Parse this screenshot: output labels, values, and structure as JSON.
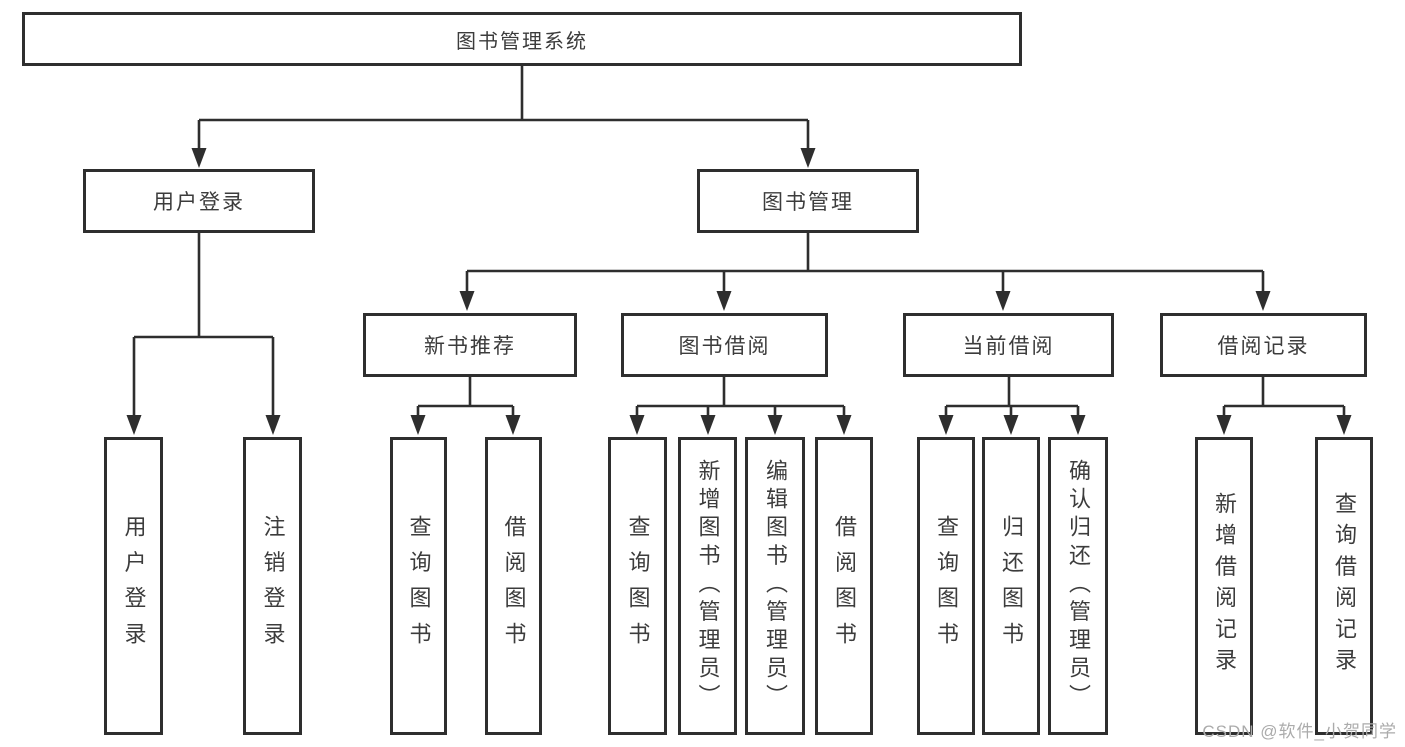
{
  "diagram": {
    "root": {
      "label": "图书管理系统"
    },
    "user_login": {
      "label": "用户登录",
      "leaves": [
        {
          "label": "用户登录"
        },
        {
          "label": "注销登录"
        }
      ]
    },
    "book_mgmt": {
      "label": "图书管理",
      "sections": [
        {
          "label": "新书推荐",
          "leaves": [
            {
              "label": "查询图书"
            },
            {
              "label": "借阅图书"
            }
          ]
        },
        {
          "label": "图书借阅",
          "leaves": [
            {
              "label": "查询图书"
            },
            {
              "label": "新增图书（管理员）"
            },
            {
              "label": "编辑图书（管理员）"
            },
            {
              "label": "借阅图书"
            }
          ]
        },
        {
          "label": "当前借阅",
          "leaves": [
            {
              "label": "查询图书"
            },
            {
              "label": "归还图书"
            },
            {
              "label": "确认归还（管理员）"
            }
          ]
        },
        {
          "label": "借阅记录",
          "leaves": [
            {
              "label": "新增借阅记录"
            },
            {
              "label": "查询借阅记录"
            }
          ]
        }
      ]
    }
  },
  "watermark": {
    "text": "CSDN @软件_小贺同学"
  },
  "colors": {
    "line": "#2e2e2e",
    "text": "#3c3c3c",
    "background": "#ffffff",
    "watermark": "#ababab"
  }
}
